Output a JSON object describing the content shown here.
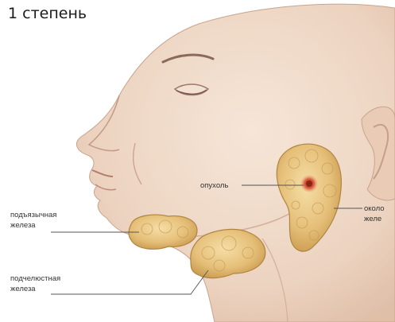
{
  "title": "1 степень",
  "labels": {
    "tumor": "опухоль",
    "parotid_line1": "около",
    "parotid_line2": "желе",
    "sublingual_line1": "подъязычная",
    "sublingual_line2": "железа",
    "submandibular_line1": "подчелюстная",
    "submandibular_line2": "железа"
  },
  "colors": {
    "skin": "#f1dccb",
    "gland": "#e8c785",
    "tumor": "#c9482c",
    "leader_line": "#555555"
  }
}
